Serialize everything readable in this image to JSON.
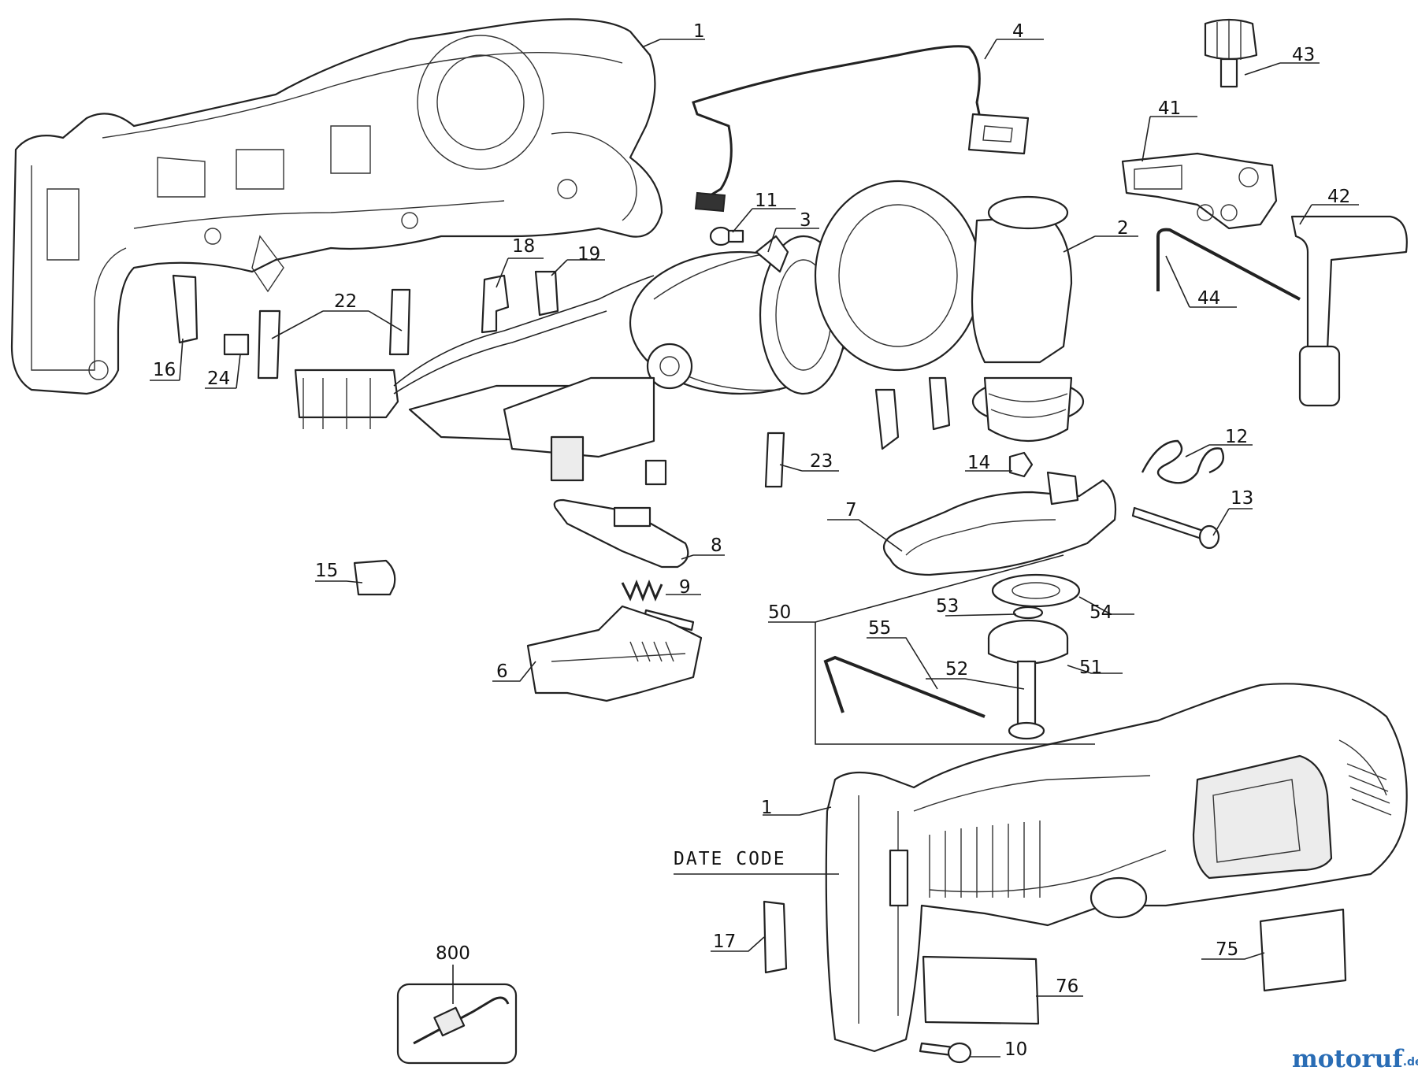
{
  "labels": {
    "l1a": "1",
    "l4": "4",
    "l43": "43",
    "l41": "41",
    "l42": "42",
    "l44": "44",
    "l11": "11",
    "l3": "3",
    "l2": "2",
    "l18": "18",
    "l19": "19",
    "l22": "22",
    "l16": "16",
    "l24": "24",
    "l23": "23",
    "l14": "14",
    "l12": "12",
    "l13": "13",
    "l7": "7",
    "l8": "8",
    "l15": "15",
    "l9": "9",
    "l50": "50",
    "l53": "53",
    "l54": "54",
    "l55": "55",
    "l52": "52",
    "l51": "51",
    "l6": "6",
    "l1b": "1",
    "l17": "17",
    "l75": "75",
    "l76": "76",
    "l800": "800",
    "l10": "10"
  },
  "date_code": "DATE CODE",
  "watermark": {
    "main": "motoruf",
    "suffix": ".de",
    "color_main": "#2a6db5",
    "color_accent": "#d4202a"
  }
}
